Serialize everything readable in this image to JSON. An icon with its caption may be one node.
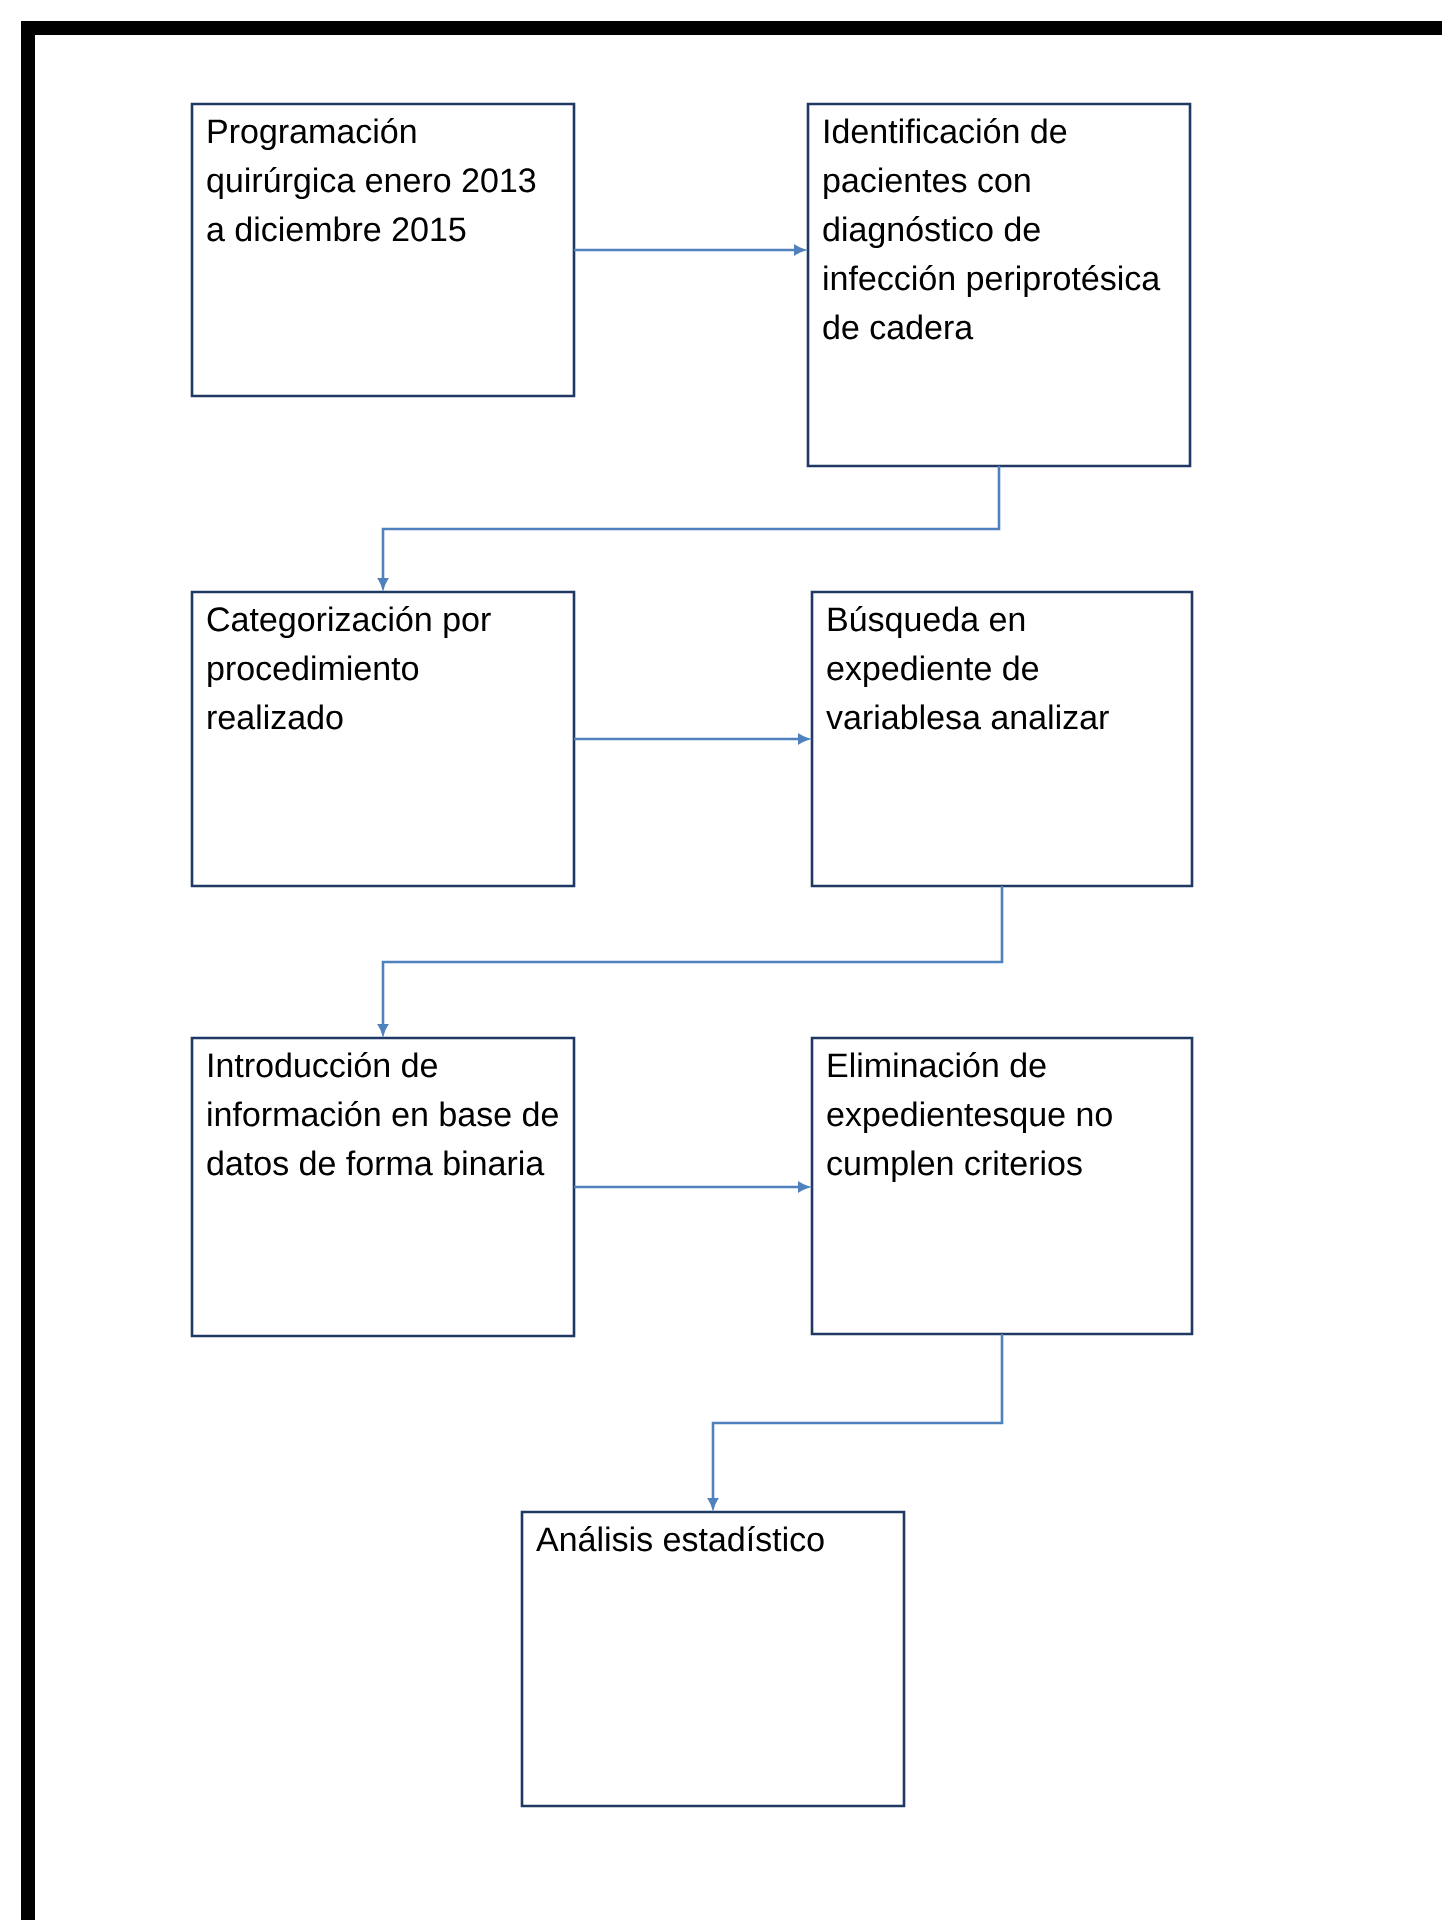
{
  "diagram": {
    "nodes": [
      {
        "text": [
          "Programación quirúrgica enero 2013 a diciembre 2015"
        ]
      },
      {
        "text": [
          "Identificación de pacientes con diagnóstico de infección periprotésica de cadera"
        ]
      },
      {
        "text": [
          "Categorización por procedimiento realizado"
        ]
      },
      {
        "text": [
          "Búsqueda en expediente de variablesa analizar"
        ]
      },
      {
        "text": [
          "Introducción de información en base de datos de forma binaria"
        ]
      },
      {
        "text": [
          "Eliminación de expedientesque no cumplen criterios"
        ]
      },
      {
        "text": [
          "Análisis estadístico"
        ]
      }
    ],
    "edges": [
      {
        "from": 0,
        "to": 1,
        "arrow": "to"
      },
      {
        "from": 1,
        "to": 2,
        "arrow": "to"
      },
      {
        "from": 2,
        "to": 3,
        "arrow": "to"
      },
      {
        "from": 3,
        "to": 4,
        "arrow": "to"
      },
      {
        "from": 4,
        "to": 5,
        "arrow": "to"
      },
      {
        "from": 5,
        "to": 6,
        "arrow": "to"
      }
    ]
  }
}
